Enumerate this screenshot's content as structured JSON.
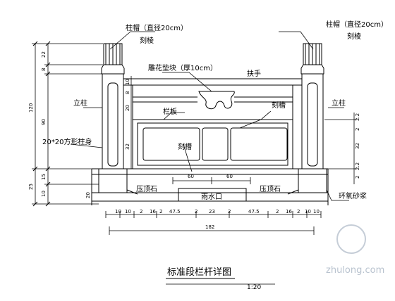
{
  "drawing": {
    "title": "标准段栏杆详图",
    "scale": "1:20",
    "watermark": "zhulong.com"
  },
  "labels": {
    "post_cap_left": "柱帽（直径20cm）",
    "carve_left": "刻棱",
    "post_cap_right": "柱帽（直径20cm）",
    "carve_right": "刻棱",
    "carved_block": "雕花垫块（厚10cm）",
    "handrail": "扶手",
    "column_left": "立柱",
    "column_right": "立柱",
    "panel": "栏板",
    "groove_upper": "刻槽",
    "groove_lower": "刻槽",
    "shaft": "20*20方形柱身",
    "coping_left": "压顶石",
    "coping_right": "压顶石",
    "drain": "雨水口",
    "mortar": "环氧砂浆"
  },
  "dims_left": {
    "outer": [
      "120",
      "25"
    ],
    "inner": [
      "22",
      "8",
      "90",
      "15",
      "10"
    ]
  },
  "dims_middle": [
    "10",
    "8",
    "20",
    "32"
  ],
  "dims_right": [
    "2.2",
    "2",
    "32",
    "2.2",
    "2"
  ],
  "dims_panel": [
    "60",
    "60"
  ],
  "dims_bottom": [
    "10",
    "10",
    "2",
    "16",
    "2",
    "47.5",
    "2",
    "23",
    "2",
    "47.5",
    "2",
    "16",
    "2",
    "10",
    "10"
  ],
  "dim_total": "182",
  "dim_small": "20"
}
